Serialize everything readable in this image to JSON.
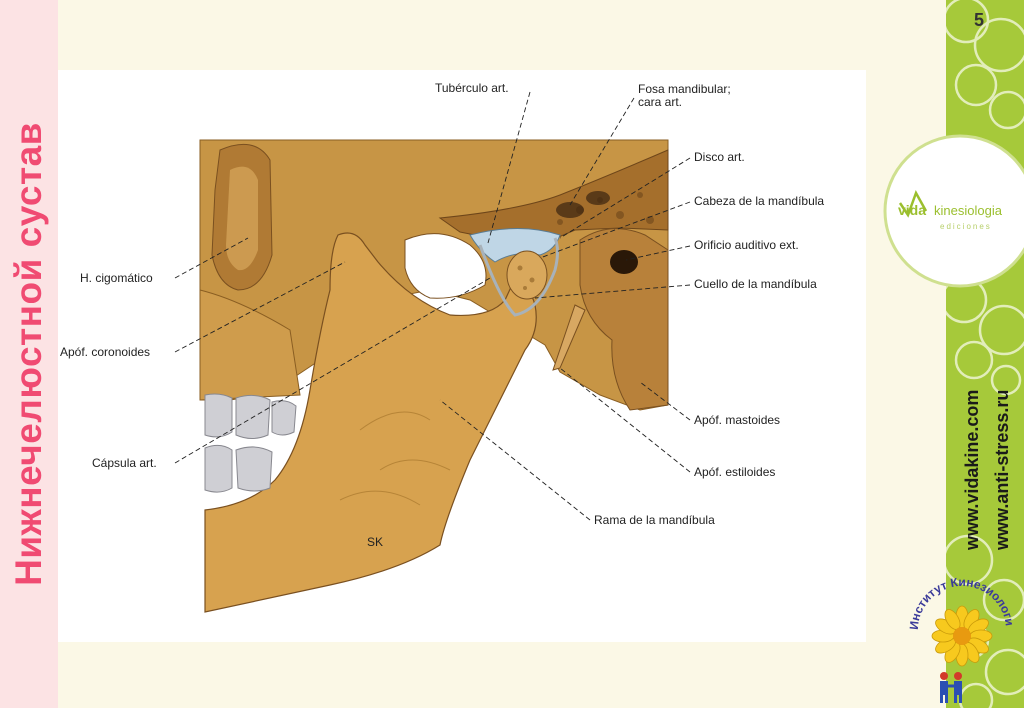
{
  "slide": {
    "title": "Нижнечелюстной сустав",
    "number": "5"
  },
  "branding": {
    "vida_word": "vida",
    "kinesiologia_word": "kinesiologia",
    "ediciones_word": "ediciones",
    "website_1": "www.vidakine.com",
    "website_2": "www.anti-stress.ru",
    "institute_name": "Институт Кинезиологии"
  },
  "figure": {
    "labels": {
      "tuberculo": "Tubérculo art.",
      "fosa_line1": "Fosa mandibular;",
      "fosa_line2": "cara art.",
      "disco": "Disco art.",
      "cabeza": "Cabeza de la mandíbula",
      "orificio": "Orificio auditivo ext.",
      "cuello": "Cuello de la mandíbula",
      "cigomatico": "H. cigomático",
      "coronoides": "Apóf. coronoides",
      "capsula": "Cápsula art.",
      "mastoides": "Apóf. mastoides",
      "estiloides": "Apóf. estiloides",
      "rama": "Rama de la mandíbula",
      "signature": "SK"
    }
  },
  "colors": {
    "title_pink": "#f04b72",
    "band_pink": "#fce3e4",
    "panel_cream": "#fbf8e6",
    "band_green": "#a6c93a",
    "bone_tan": "#d4a54f"
  }
}
